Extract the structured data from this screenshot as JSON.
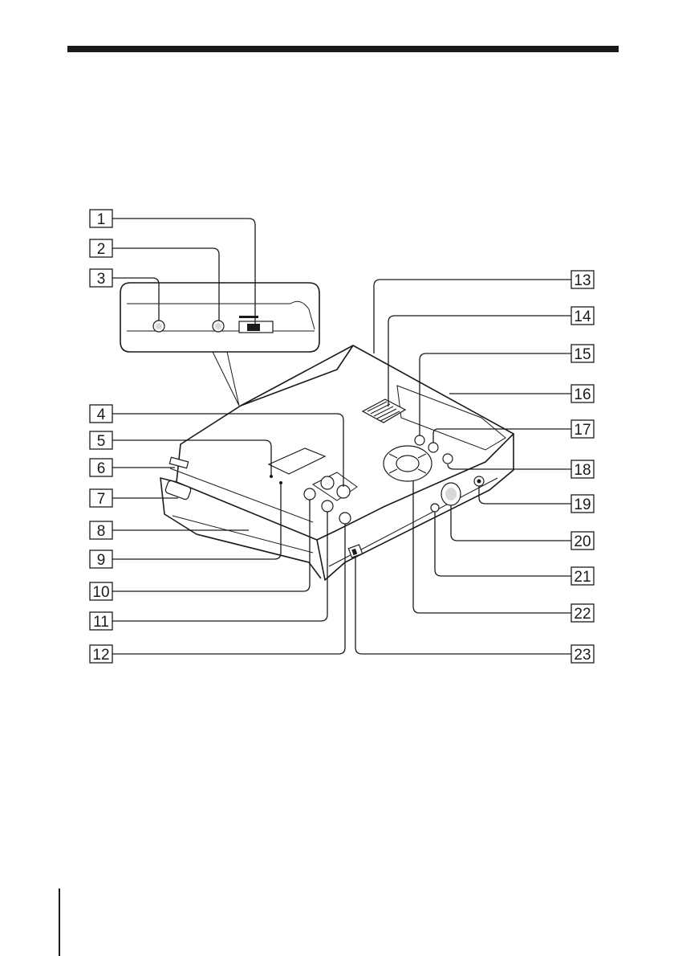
{
  "diagram": {
    "callouts": [
      {
        "label": "1"
      },
      {
        "label": "2"
      },
      {
        "label": "3"
      },
      {
        "label": "4"
      },
      {
        "label": "5"
      },
      {
        "label": "6"
      },
      {
        "label": "7"
      },
      {
        "label": "8"
      },
      {
        "label": "9"
      },
      {
        "label": "10"
      },
      {
        "label": "11"
      },
      {
        "label": "12"
      },
      {
        "label": "13"
      },
      {
        "label": "14"
      },
      {
        "label": "15"
      },
      {
        "label": "16"
      },
      {
        "label": "17"
      },
      {
        "label": "18"
      },
      {
        "label": "19"
      },
      {
        "label": "20"
      },
      {
        "label": "21"
      },
      {
        "label": "22"
      },
      {
        "label": "23"
      }
    ]
  }
}
